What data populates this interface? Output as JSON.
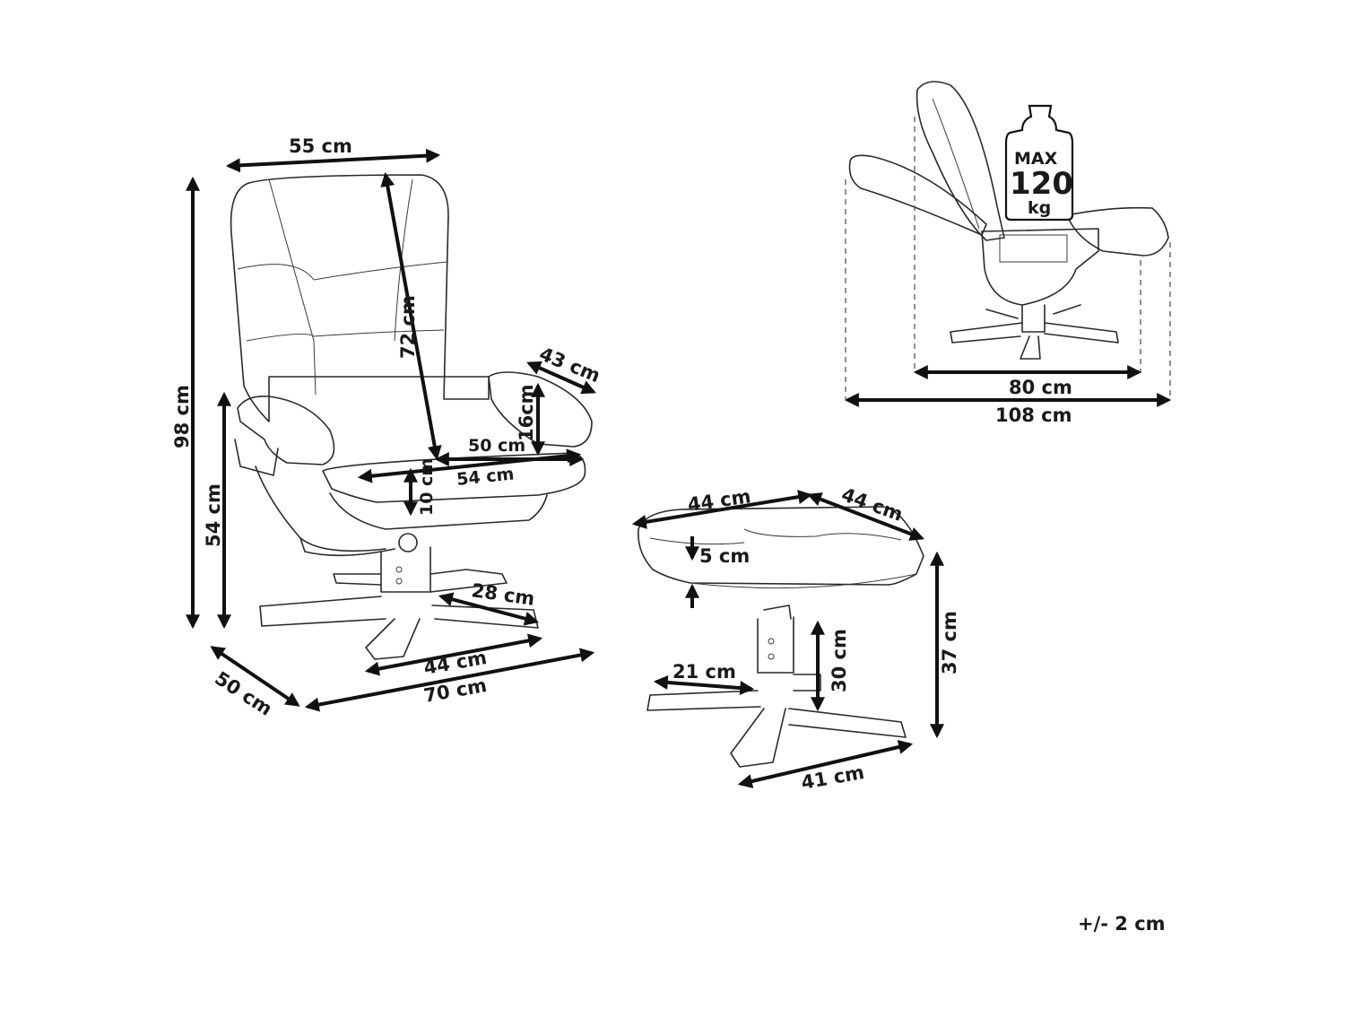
{
  "chair": {
    "width_top": "55 cm",
    "height_total": "98 cm",
    "seat_height": "54 cm",
    "back_height": "72 cm",
    "armrest_length": "43 cm",
    "armrest_height": "16cm",
    "seat_depth": "50 cm",
    "seat_width": "54 cm",
    "seat_thickness": "10 cm",
    "base_leg": "28 cm",
    "base_width": "44 cm",
    "total_width": "70 cm",
    "base_depth": "50 cm"
  },
  "ottoman": {
    "width": "44 cm",
    "depth": "44 cm",
    "cushion": "5 cm",
    "height": "37 cm",
    "column": "30 cm",
    "leg": "21 cm",
    "base": "41 cm"
  },
  "recline": {
    "max_label": "MAX",
    "max_value": "120",
    "max_unit": "kg",
    "width_inner": "80 cm",
    "width_outer": "108 cm"
  },
  "tolerance": "+/- 2 cm"
}
